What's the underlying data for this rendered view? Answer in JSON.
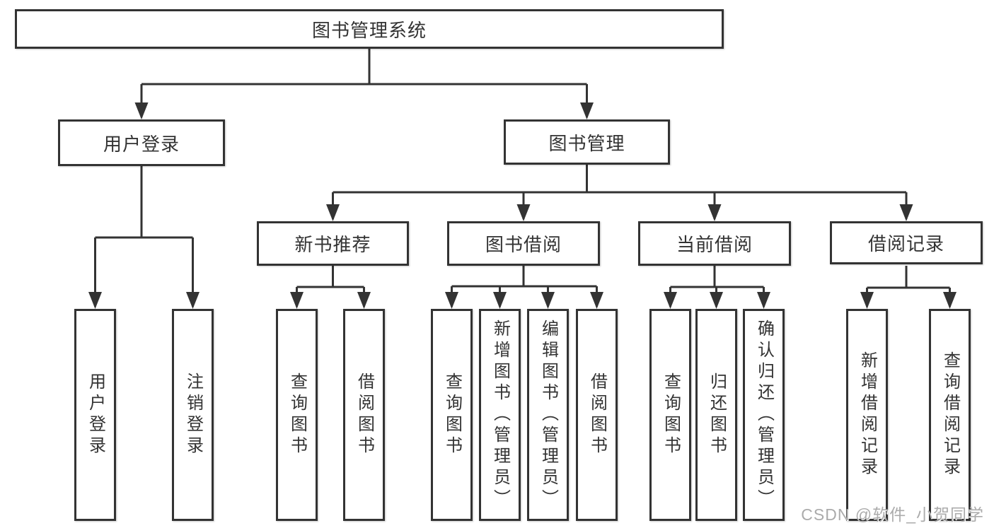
{
  "tree": {
    "label": "图书管理系统",
    "children": [
      {
        "label": "用户登录",
        "children": [
          {
            "label": "用户登录"
          },
          {
            "label": "注销登录"
          }
        ]
      },
      {
        "label": "图书管理",
        "children": [
          {
            "label": "新书推荐",
            "children": [
              {
                "label": "查询图书"
              },
              {
                "label": "借阅图书"
              }
            ]
          },
          {
            "label": "图书借阅",
            "children": [
              {
                "label": "查询图书"
              },
              {
                "label": "新增图书（管理员）"
              },
              {
                "label": "编辑图书（管理员）"
              },
              {
                "label": "借阅图书"
              }
            ]
          },
          {
            "label": "当前借阅",
            "children": [
              {
                "label": "查询图书"
              },
              {
                "label": "归还图书"
              },
              {
                "label": "确认归还（管理员）"
              }
            ]
          },
          {
            "label": "借阅记录",
            "children": [
              {
                "label": "新增借阅记录"
              },
              {
                "label": "查询借阅记录"
              }
            ]
          }
        ]
      }
    ]
  },
  "watermark": {
    "text": "CSDN @软件_小贺同学"
  },
  "colors": {
    "line": "#333333",
    "box_border": "#333333",
    "box_background": "#ffffff",
    "text": "#333333",
    "watermark": "#ababab",
    "page_background": "#ffffff"
  }
}
